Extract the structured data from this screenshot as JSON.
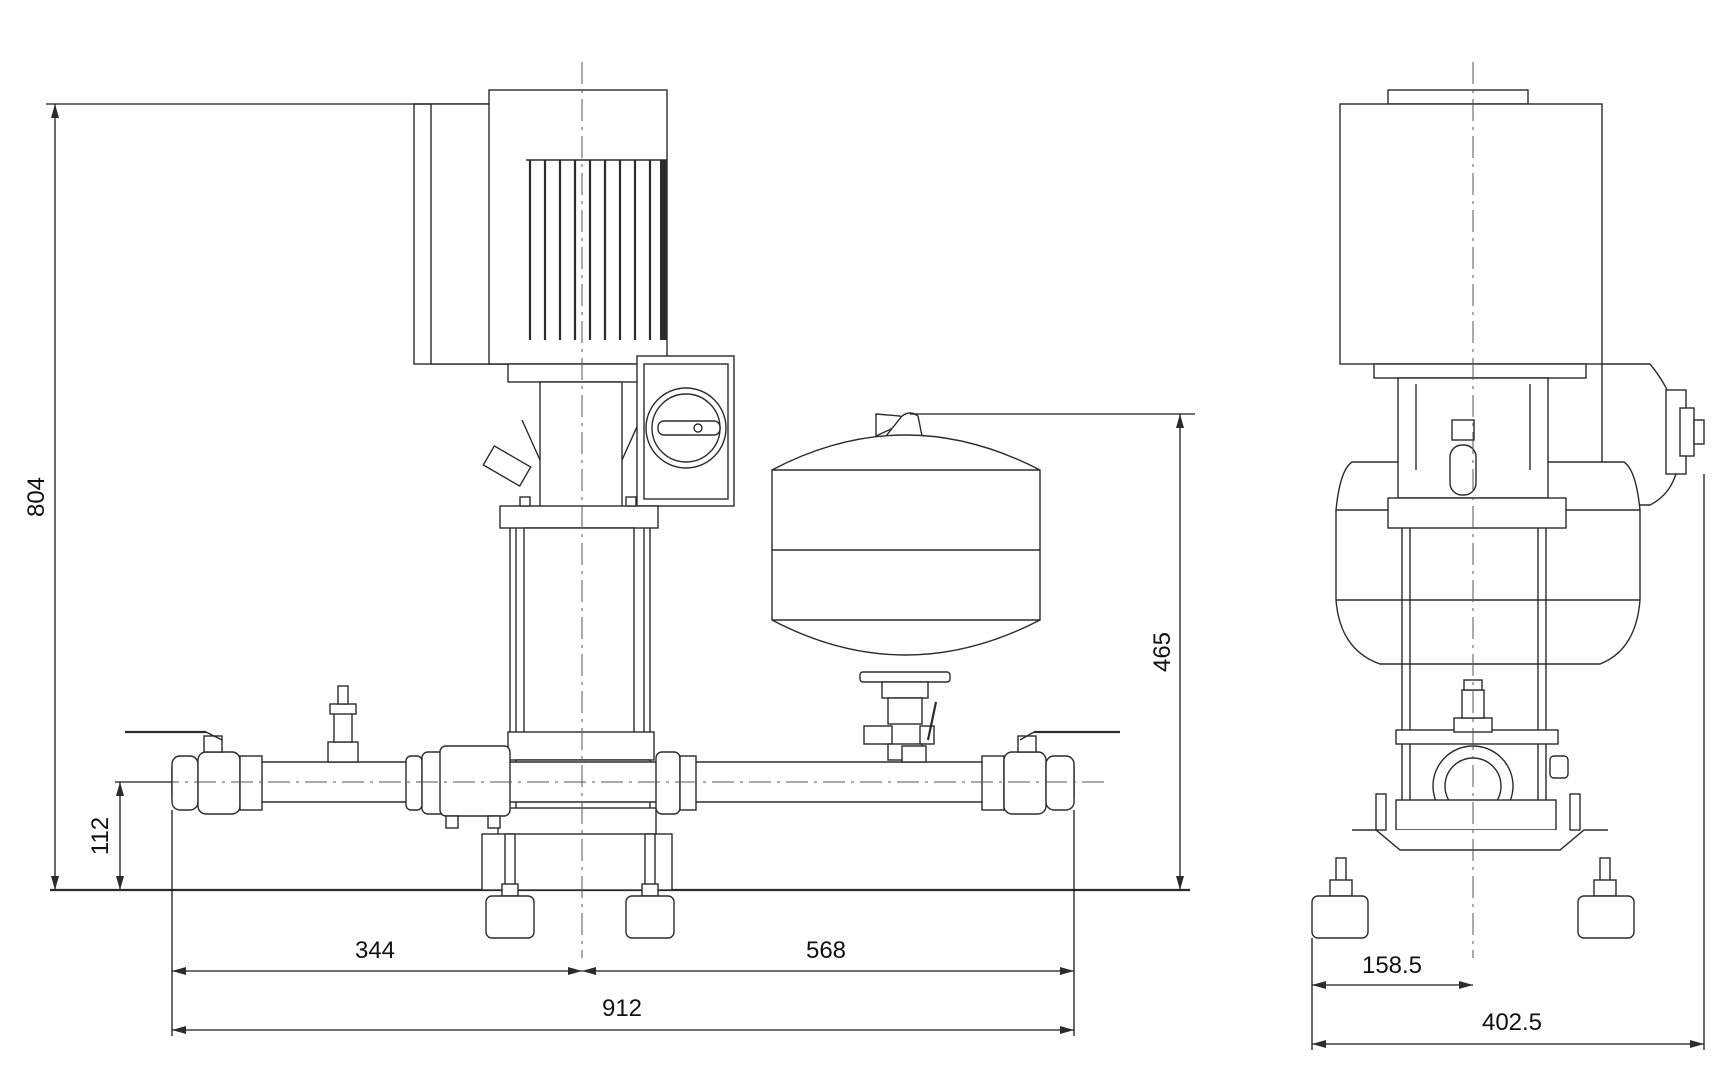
{
  "dimensions": {
    "total_height": "804",
    "inlet_height": "112",
    "tank_height": "465",
    "left_to_axis": "344",
    "axis_to_right": "568",
    "total_length": "912",
    "side_axis_offset": "158.5",
    "side_total_width": "402.5"
  },
  "colors": {
    "line": "#2b2b2b",
    "background": "#ffffff"
  }
}
